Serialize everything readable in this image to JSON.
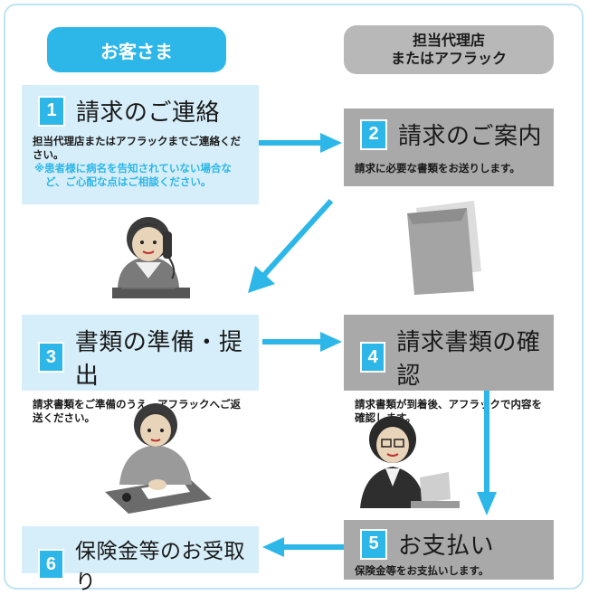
{
  "headers": {
    "customer": "お客さま",
    "agent_line1": "担当代理店",
    "agent_line2": "またはアフラック"
  },
  "steps": [
    {
      "num": "1",
      "title": "請求のご連絡",
      "body": "担当代理店またはアフラックまでご連絡ください。",
      "note": "※患者様に病名を告知されていない場合など、ご心配な点はご相談ください。"
    },
    {
      "num": "2",
      "title": "請求のご案内",
      "body": "請求に必要な書類をお送りします。"
    },
    {
      "num": "3",
      "title": "書類の準備・提出",
      "body": "請求書類をご準備のうえ、アフラックへご返送ください。"
    },
    {
      "num": "4",
      "title": "請求書類の確認",
      "body": "請求書類が到着後、アフラックで内容を確認します。"
    },
    {
      "num": "5",
      "title": "お支払い",
      "body": "保険金等をお支払いします。"
    },
    {
      "num": "6",
      "title": "保険金等のお受取り"
    }
  ],
  "colors": {
    "accent": "#2cb7e8",
    "customer_box": "#d6eef9",
    "agent_box": "#a9a9a9",
    "agent_header": "#b8b8b8",
    "frame": "#bfe4f3"
  },
  "icons": [
    "phone-caller-illustration",
    "envelope-illustration",
    "writing-person-illustration",
    "office-worker-laptop-illustration"
  ]
}
